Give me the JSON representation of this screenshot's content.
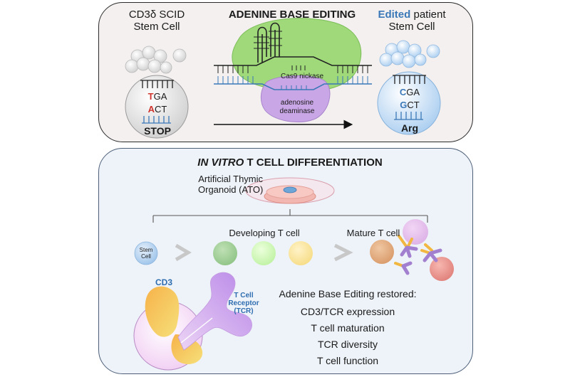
{
  "top": {
    "left_title_line1": "CD3δ SCID",
    "left_title_line2": "Stem Cell",
    "center_title": "ADENINE BASE EDITING",
    "right_title_edited": "Edited",
    "right_title_patient": " patient",
    "right_title_line2": "Stem Cell",
    "left_cell": {
      "top_red": "T",
      "top_rest": "GA",
      "bottom_red": "A",
      "bottom_rest": "CT",
      "label": "STOP"
    },
    "right_cell": {
      "top_blue": "C",
      "top_rest": "GA",
      "bottom_blue": "G",
      "bottom_rest": "CT",
      "label": "Arg"
    },
    "cas9_label": "Cas9 nickase",
    "deaminase_line1": "adenosine",
    "deaminase_line2": "deaminase"
  },
  "bottom": {
    "title_italic": "IN VITRO",
    "title_rest": " T CELL DIFFERENTIATION",
    "ato_line1": "Artificial Thymic",
    "ato_line2": "Organoid (ATO)",
    "stem_cell_line1": "Stem",
    "stem_cell_line2": "Cell",
    "developing_label": "Developing T cell",
    "mature_label": "Mature T cell",
    "cd3_label": "CD3",
    "tcr_line1": "T Cell",
    "tcr_line2": "Receptor",
    "tcr_line3": "(TCR)",
    "results_title": "Adenine Base Editing restored:",
    "results": [
      "CD3/TCR expression",
      "T cell maturation",
      "TCR diversity",
      "T cell function"
    ]
  },
  "colors": {
    "red_base": "#d0342c",
    "blue_base": "#3a78b8",
    "tcr_blue": "#2f6db0",
    "cas9_green": "#9fd97a",
    "deaminase_purple": "#c9a6e6"
  }
}
